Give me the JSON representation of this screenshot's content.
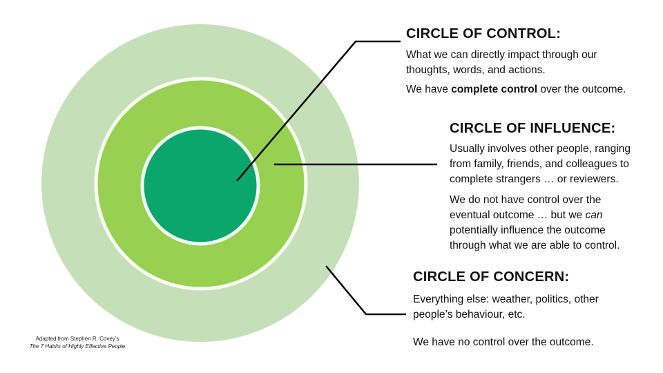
{
  "colors": {
    "outer": "#c5e0b8",
    "middle": "#98d052",
    "inner": "#0aa66b",
    "ring": "#ffffff",
    "line": "#000000"
  },
  "control": {
    "title": "CIRCLE OF CONTROL:",
    "lines": [
      "What we can directly impact through our",
      "thoughts, words, and actions."
    ],
    "outcome_pre": "We have ",
    "outcome_bold": "complete control",
    "outcome_post": " over the outcome."
  },
  "influence": {
    "title": "CIRCLE OF INFLUENCE:",
    "lines": [
      "Usually involves other people, ranging",
      "from family, friends, and colleagues to",
      "complete strangers … or reviewers."
    ],
    "outcome_l1": "We do not have control over the",
    "outcome_l2_pre": "eventual outcome … but we ",
    "outcome_l2_ital": "can",
    "outcome_l3": "potentially influence the outcome",
    "outcome_l4": "through what we are able to control."
  },
  "concern": {
    "title": "CIRCLE OF CONCERN:",
    "lines": [
      "Everything else: weather, politics, other",
      "people’s behaviour, etc."
    ],
    "outcome": "We have no control over the outcome."
  },
  "credit": {
    "line1": "Adapted from Stephen R. Covey’s",
    "line2": "The 7 Habits of Highly Effective People"
  }
}
